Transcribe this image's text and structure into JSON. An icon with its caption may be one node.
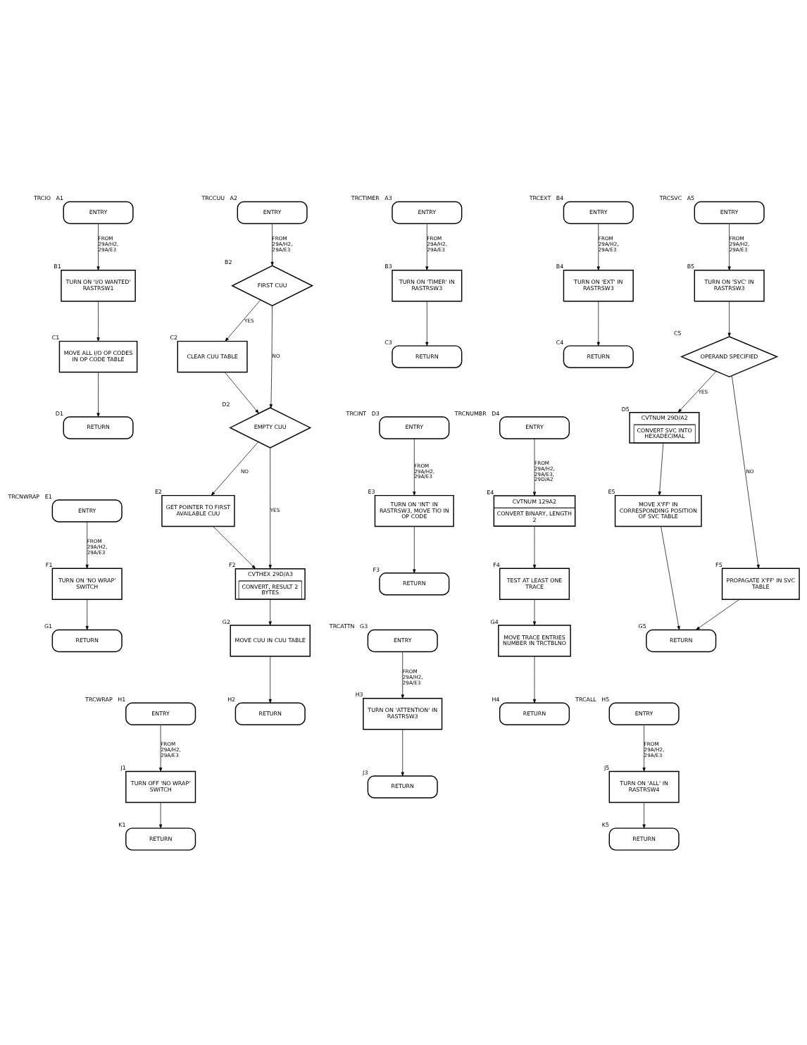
{
  "diagram": {
    "nodes": [
      {
        "text": [
          "ENTRY"
        ],
        "beside": [
          "TRCIO",
          "A1"
        ]
      },
      {
        "text": [
          "TURN ON 'I/O WANTED' RASTRSW1"
        ],
        "beside": [
          "B1"
        ]
      },
      {
        "text": [
          "MOVE ALL I/O OP CODES IN OP CODE TABLE"
        ],
        "beside": [
          "C1"
        ]
      },
      {
        "text": [
          "RETURN"
        ],
        "beside": [
          "D1"
        ]
      },
      {
        "text": [
          "ENTRY"
        ],
        "beside": [
          "TRCNWRAP",
          "E1"
        ]
      },
      {
        "text": [
          "TURN ON 'NO WRAP' SWITCH"
        ],
        "beside": [
          "F1"
        ]
      },
      {
        "text": [
          "RETURN"
        ],
        "beside": [
          "G1"
        ]
      },
      {
        "text": [
          "ENTRY"
        ],
        "beside": [
          "TRCWRAP",
          "H1"
        ]
      },
      {
        "text": [
          "TURN OFF 'NO WRAP' SWITCH"
        ],
        "beside": [
          "J1"
        ]
      },
      {
        "text": [
          "RETURN"
        ],
        "beside": [
          "K1"
        ]
      },
      {
        "text": [
          "ENTRY"
        ],
        "beside": [
          "TRCCUU",
          "A2"
        ]
      },
      {
        "text": [
          "FIRST CUU"
        ],
        "beside": [
          "B2"
        ]
      },
      {
        "text": [
          "CLEAR CUU TABLE"
        ],
        "beside": [
          "C2"
        ]
      },
      {
        "text": [
          "EMPTY CUU"
        ],
        "beside": [
          "D2"
        ]
      },
      {
        "text": [
          "GET POINTER TO FIRST AVAILABLE CUU"
        ],
        "beside": [
          "E2"
        ]
      },
      {
        "text": [
          "CVTHEX 29D/A3",
          "CONVERT, RESULT 2 BYTES"
        ],
        "beside": [
          "F2"
        ]
      },
      {
        "text": [
          "MOVE CUU IN CUU TABLE"
        ],
        "beside": [
          "G2"
        ]
      },
      {
        "text": [
          "RETURN"
        ],
        "beside": [
          "H2"
        ]
      },
      {
        "text": [
          "ENTRY"
        ],
        "beside": [
          "TRCTIMER",
          "A3"
        ]
      },
      {
        "text": [
          "TURN ON 'TIMER' IN RASTRSW3"
        ],
        "beside": [
          "B3"
        ]
      },
      {
        "text": [
          "RETURN"
        ],
        "beside": [
          "C3"
        ]
      },
      {
        "text": [
          "ENTRY"
        ],
        "beside": [
          "TRCINT",
          "D3"
        ]
      },
      {
        "text": [
          "TURN ON 'INT' IN RASTRSW3, MOVE TIO IN OP CODE"
        ],
        "beside": [
          "E3"
        ]
      },
      {
        "text": [
          "RETURN"
        ],
        "beside": [
          "F3"
        ]
      },
      {
        "text": [
          "ENTRY"
        ],
        "beside": [
          "TRCATTN",
          "G3"
        ]
      },
      {
        "text": [
          "TURN ON 'ATTENTION' IN RASTRSW3"
        ],
        "beside": [
          "H3"
        ]
      },
      {
        "text": [
          "RETURN"
        ],
        "beside": [
          "J3"
        ]
      },
      {
        "text": [
          "ENTRY"
        ],
        "beside": [
          "TRCEXT",
          "B4"
        ]
      },
      {
        "text": [
          "TURN ON 'EXT' IN RASTRSW3"
        ],
        "beside": [
          "B4"
        ]
      },
      {
        "text": [
          "RETURN"
        ],
        "beside": [
          "C4"
        ]
      },
      {
        "text": [
          "ENTRY"
        ],
        "beside": [
          "TRCNUMBR",
          "D4"
        ]
      },
      {
        "text": [
          "CVTNUM 129A2",
          "CONVERT BINARY, LENGTH 2"
        ],
        "beside": [
          "E4"
        ]
      },
      {
        "text": [
          "TEST AT LEAST ONE TRACE"
        ],
        "beside": [
          "F4"
        ]
      },
      {
        "text": [
          "MOVE TRACE ENTRIES NUMBER IN TRCTBLNO"
        ],
        "beside": [
          "G4"
        ]
      },
      {
        "text": [
          "RETURN"
        ],
        "beside": [
          "H4"
        ]
      },
      {
        "text": [
          "ENTRY"
        ],
        "beside": [
          "TRCSVC",
          "A5"
        ]
      },
      {
        "text": [
          "TURN ON 'SVC' IN RASTRSW3"
        ],
        "beside": [
          "B5"
        ]
      },
      {
        "text": [
          "OPERAND SPECIFIED"
        ],
        "beside": [
          "C5"
        ]
      },
      {
        "text": [
          "CVTNUM 29D/A2",
          "CONVERT SVC INTO HEXADECIMAL"
        ],
        "beside": [
          "D5"
        ]
      },
      {
        "text": [
          "MOVE X'FF' IN CORRESPONDING POSITION OF SVC TABLE"
        ],
        "beside": [
          "E5"
        ]
      },
      {
        "text": [
          "PROPAGATE X'FF' IN SVC TABLE"
        ],
        "beside": [
          "F5"
        ]
      },
      {
        "text": [
          "RETURN"
        ],
        "beside": [
          "G5"
        ]
      },
      {
        "text": [
          "ENTRY"
        ],
        "beside": [
          "TRCALL",
          "H5"
        ]
      },
      {
        "text": [
          "TURN ON 'ALL' IN RASTRSW4"
        ],
        "beside": [
          "J5"
        ]
      },
      {
        "text": [
          "RETURN"
        ],
        "beside": [
          "K5"
        ]
      }
    ],
    "edges": [
      {
        "from": 0,
        "to": 1,
        "arrow": "to",
        "label": "FROM 29A/H2, 29A/E3"
      },
      {
        "from": 1,
        "to": 2,
        "arrow": "to"
      },
      {
        "from": 2,
        "to": 3,
        "arrow": "to"
      },
      {
        "from": 4,
        "to": 5,
        "arrow": "to",
        "label": "FROM 29A/H2, 29A/E3"
      },
      {
        "from": 5,
        "to": 6,
        "arrow": "to"
      },
      {
        "from": 7,
        "to": 8,
        "arrow": "to",
        "label": "FROM 29A/H2, 29A/E3"
      },
      {
        "from": 8,
        "to": 9,
        "arrow": "to"
      },
      {
        "from": 10,
        "to": 11,
        "arrow": "to",
        "label": "FROM 29A/H2, 29A/E3"
      },
      {
        "from": 11,
        "to": 12,
        "arrow": "to",
        "label": "YES"
      },
      {
        "from": 11,
        "to": 13,
        "arrow": "to",
        "label": "NO"
      },
      {
        "from": 12,
        "to": 13,
        "arrow": "to"
      },
      {
        "from": 13,
        "to": 14,
        "arrow": "to",
        "label": "NO"
      },
      {
        "from": 13,
        "to": 15,
        "arrow": "to",
        "label": "YES"
      },
      {
        "from": 14,
        "to": 15,
        "arrow": "to"
      },
      {
        "from": 15,
        "to": 16,
        "arrow": "to"
      },
      {
        "from": 16,
        "to": 17,
        "arrow": "to"
      },
      {
        "from": 18,
        "to": 19,
        "arrow": "to",
        "label": "FROM 29A/H2, 29A/E3"
      },
      {
        "from": 19,
        "to": 20,
        "arrow": "to"
      },
      {
        "from": 21,
        "to": 22,
        "arrow": "to",
        "label": "FROM 29A/H2, 29A/E3"
      },
      {
        "from": 22,
        "to": 23,
        "arrow": "to"
      },
      {
        "from": 24,
        "to": 25,
        "arrow": "to",
        "label": "FROM 29A/H2, 29A/E3"
      },
      {
        "from": 25,
        "to": 26,
        "arrow": "to"
      },
      {
        "from": 27,
        "to": 28,
        "arrow": "to",
        "label": "FROM 29A/H2, 29A/E3"
      },
      {
        "from": 28,
        "to": 29,
        "arrow": "to"
      },
      {
        "from": 30,
        "to": 31,
        "arrow": "to",
        "label": "FROM 29A/H2, 29A/E3, 29D/A2"
      },
      {
        "from": 31,
        "to": 32,
        "arrow": "to"
      },
      {
        "from": 32,
        "to": 33,
        "arrow": "to"
      },
      {
        "from": 33,
        "to": 34,
        "arrow": "to"
      },
      {
        "from": 35,
        "to": 36,
        "arrow": "to",
        "label": "FROM 29A/H2, 29A/E3"
      },
      {
        "from": 36,
        "to": 37,
        "arrow": "to"
      },
      {
        "from": 37,
        "to": 38,
        "arrow": "to",
        "label": "YES"
      },
      {
        "from": 37,
        "to": 40,
        "arrow": "to",
        "label": "NO"
      },
      {
        "from": 38,
        "to": 39,
        "arrow": "to"
      },
      {
        "from": 39,
        "to": 41,
        "arrow": "to"
      },
      {
        "from": 40,
        "to": 41,
        "arrow": "to"
      },
      {
        "from": 42,
        "to": 43,
        "arrow": "to",
        "label": "FROM 29A/H2, 29A/E3"
      },
      {
        "from": 43,
        "to": 44,
        "arrow": "to"
      }
    ]
  }
}
